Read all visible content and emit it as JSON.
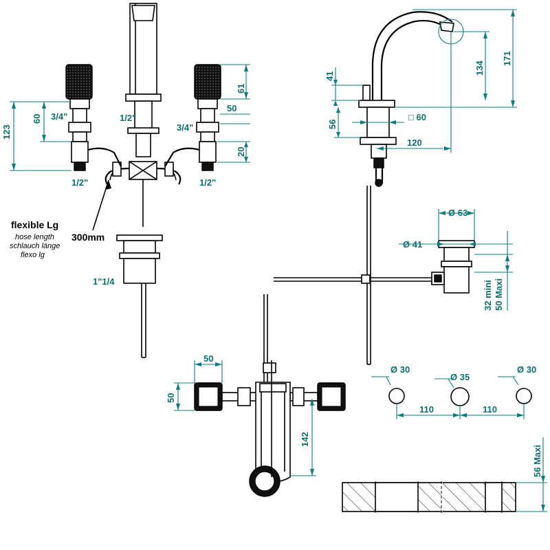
{
  "labels": {
    "inlet_left": "3/4\"",
    "inlet_right": "3/4\"",
    "outlet_left": "1/2\"",
    "outlet_right": "1/2\"",
    "spout_thread": "1/2\"",
    "waste_thread": "1\"1/4",
    "hose_title": "flexible Lg",
    "hose_en": "hose length",
    "hose_de": "schlauch länge",
    "hose_es": "flexo lg",
    "hose_length": "300mm"
  },
  "dimensions": {
    "front_height": "123",
    "front_valve": "60",
    "front_handle": "61",
    "front_offset": "50",
    "front_bottom": "20",
    "side_top": "41",
    "side_spout_height": "134",
    "side_total_height": "171",
    "side_base": "56",
    "side_square": "□ 60",
    "side_reach": "120",
    "waste_outer": "Ø 63",
    "waste_inner": "Ø 41",
    "waste_range": "32 mini\n50 Maxi",
    "waste_min": "32 mini",
    "waste_max": "50 Maxi",
    "top_width": "50",
    "top_height": "50",
    "top_spout": "142",
    "hole_left": "Ø 30",
    "hole_center": "Ø 35",
    "hole_right": "Ø 30",
    "spacing_left": "110",
    "spacing_right": "110",
    "deck_thickness": "56 Maxi"
  }
}
